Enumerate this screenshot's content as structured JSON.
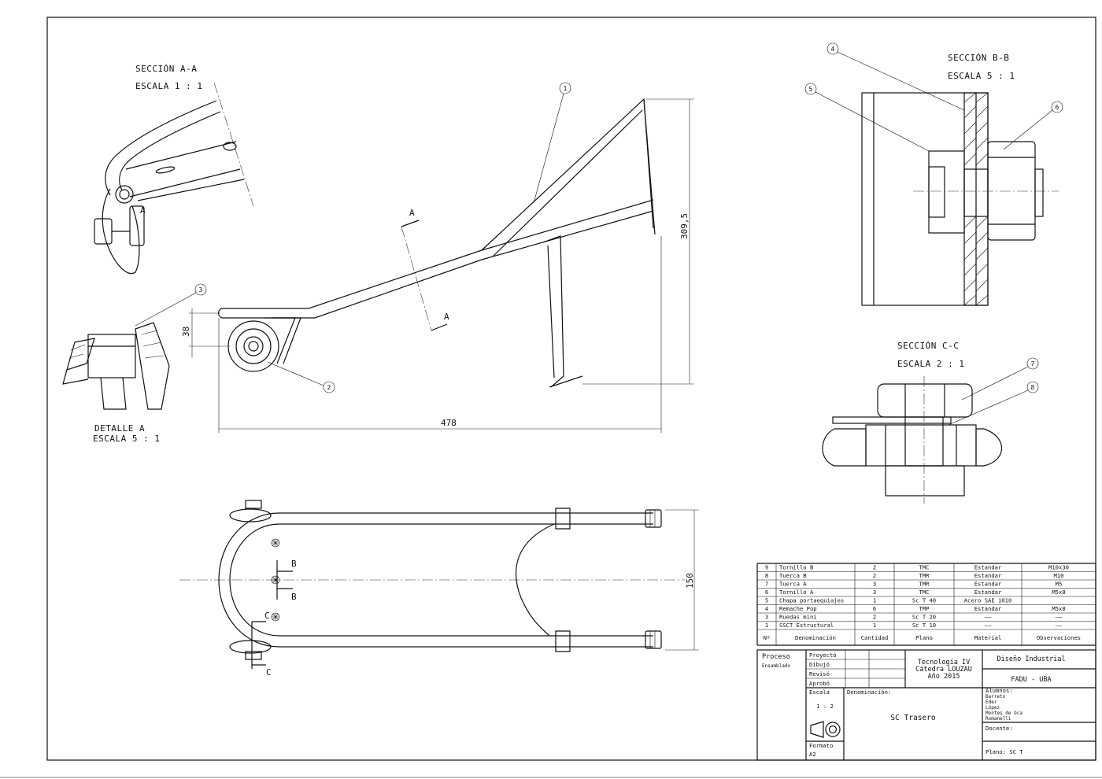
{
  "sections": {
    "aa_title": "SECCIÓN A-A",
    "aa_scale": "ESCALA 1 : 1",
    "bb_title": "SECCIÓN B-B",
    "bb_scale": "ESCALA 5 : 1",
    "cc_title": "SECCIÓN C-C",
    "cc_scale": "ESCALA 2 : 1",
    "detail_title": "DETALLE A",
    "detail_scale": "ESCALA 5 : 1"
  },
  "dimensions": {
    "height": "309,5",
    "wheel_offset": "38",
    "length": "478",
    "width": "150"
  },
  "markers": {
    "a": "A",
    "b": "B",
    "c": "C"
  },
  "balloons": [
    "1",
    "2",
    "3",
    "4",
    "5",
    "6",
    "7",
    "8"
  ],
  "bom": {
    "headers": {
      "num": "Nº",
      "name": "Denominación",
      "qty": "Cantidad",
      "plan": "Plano",
      "material": "Material",
      "notes": "Observaciones"
    },
    "rows": [
      {
        "num": "9",
        "name": "Tornillo B",
        "qty": "2",
        "plan": "TMC",
        "material": "Estandar",
        "notes": "M10x30"
      },
      {
        "num": "8",
        "name": "Tuerca B",
        "qty": "2",
        "plan": "TMR",
        "material": "Estandar",
        "notes": "M10"
      },
      {
        "num": "7",
        "name": "Tuerca A",
        "qty": "3",
        "plan": "TMR",
        "material": "Estandar",
        "notes": "M5"
      },
      {
        "num": "6",
        "name": "Tornillo A",
        "qty": "3",
        "plan": "TMC",
        "material": "Estandar",
        "notes": "M5x8"
      },
      {
        "num": "5",
        "name": "Chapa portaequiajes",
        "qty": "1",
        "plan": "Sc T 40",
        "material": "Acero SAE 1010",
        "notes": ""
      },
      {
        "num": "4",
        "name": "Remache Pop",
        "qty": "6",
        "plan": "TMP",
        "material": "Estandar",
        "notes": "M5x8"
      },
      {
        "num": "3",
        "name": "Ruedas mini",
        "qty": "2",
        "plan": "Sc T 20",
        "material": "——",
        "notes": "——"
      },
      {
        "num": "1",
        "name": "SSCT Estructural",
        "qty": "1",
        "plan": "Sc T 10",
        "material": "——",
        "notes": "——"
      }
    ]
  },
  "title_block": {
    "proceso": "Proceso",
    "ensamblado": "Ensamblado",
    "proyecto": "Proyectó",
    "dibujo": "Dibujó",
    "reviso": "Revisó",
    "aprobo": "Aprobó",
    "course_1": "Tecnología IV",
    "course_2": "Cátedra LOUZAU",
    "course_3": "Año 2015",
    "discipline": "Diseño Industrial",
    "school": "FADU  -  UBA",
    "escala_label": "Escala",
    "escala_value": "1 : 2",
    "denominacion_label": "Denominación:",
    "denominacion_value": "SC Trasero",
    "alumnos_label": "Alumnos:",
    "alumnos": [
      "Barreto",
      "Eder",
      "López",
      "Montes de Oca",
      "Romanelli"
    ],
    "docente_label": "Docente:",
    "formato_label": "Formato",
    "formato_value": "A2",
    "plano_label": "Plano: SC T"
  }
}
